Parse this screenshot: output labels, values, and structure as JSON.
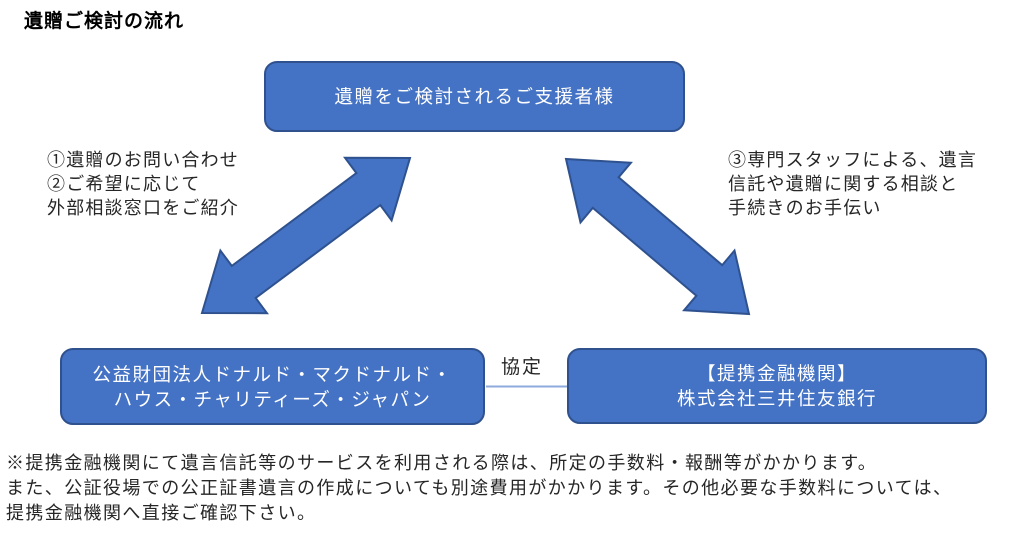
{
  "page": {
    "title": "遺贈ご検討の流れ"
  },
  "diagram": {
    "top_box": {
      "label": "遺贈をご検討されるご支援者様"
    },
    "left_note": {
      "lines": [
        "①遺贈のお問い合わせ",
        "②ご希望に応じて",
        "外部相談窓口をご紹介"
      ]
    },
    "right_note": {
      "lines": [
        "③専門スタッフによる、遺言",
        "信託や遺贈に関する相談と",
        "手続きのお手伝い"
      ]
    },
    "bottom_left_box": {
      "lines": [
        "公益財団法人ドナルド・マクドナルド・",
        "ハウス・チャリティーズ・ジャパン"
      ]
    },
    "bottom_right_box": {
      "lines": [
        "【提携金融機関】",
        "株式会社三井住友銀行"
      ]
    },
    "connector_label": "協定",
    "colors": {
      "box_fill": "#4472C4",
      "box_border": "#2F528F",
      "arrow_fill": "#4472C4",
      "arrow_border": "#2F528F",
      "connector_line": "#8FAADC",
      "box_text": "#FFFFFF",
      "body_text": "#262626"
    }
  },
  "footnote": {
    "lines": [
      "※提携金融機関にて遺言信託等のサービスを利用される際は、所定の手数料・報酬等がかかります。",
      "また、公証役場での公正証書遺言の作成についても別途費用がかかります。その他必要な手数料については、",
      "提携金融機関へ直接ご確認下さい。"
    ]
  }
}
